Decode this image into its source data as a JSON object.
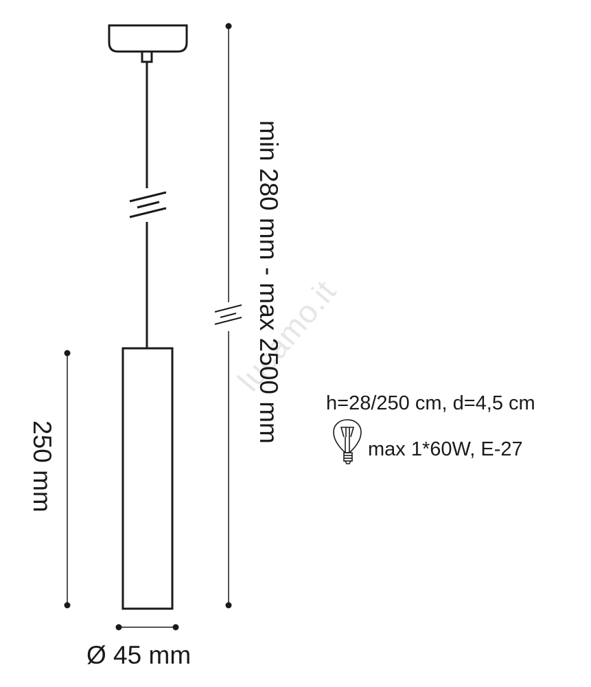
{
  "watermark": "lucamo.it",
  "dimensions": {
    "overall_height": "min 280 mm - max 2500 mm",
    "body_height": "250 mm",
    "diameter": "Ø 45 mm"
  },
  "specs": {
    "size": "h=28/250 cm, d=4,5 cm",
    "bulb": "max 1*60W, E-27",
    "bulb_icon": "light-bulb-icon"
  },
  "colors": {
    "line": "#1a1a1a",
    "background": "#ffffff",
    "watermark": "#e6e6e6"
  }
}
